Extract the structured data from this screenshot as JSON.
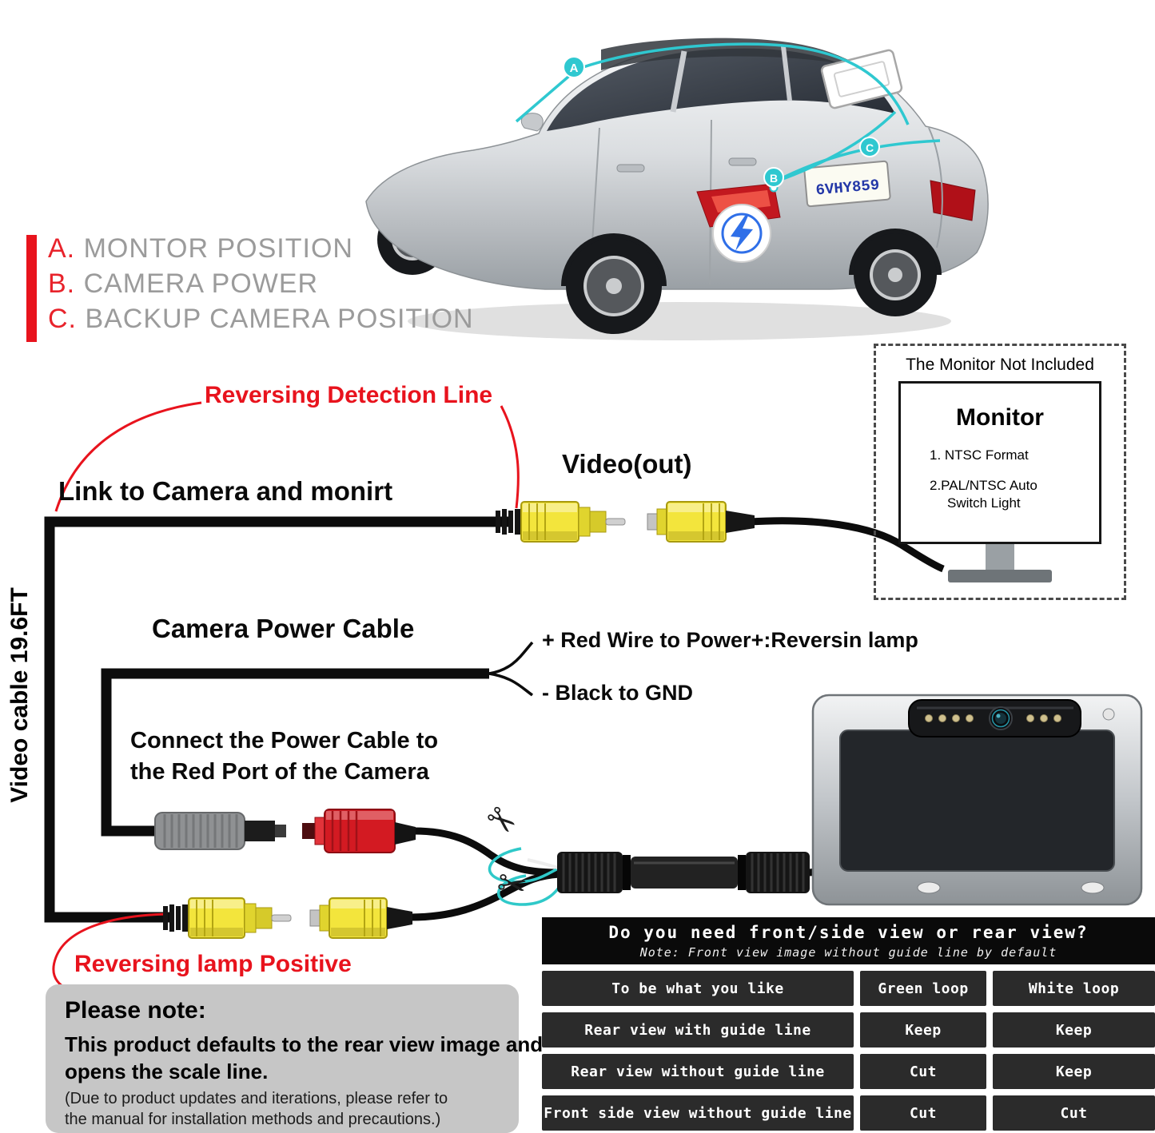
{
  "colors": {
    "accent_red": "#e8131d",
    "legend_gray": "#9b9b9b",
    "routing_cyan": "#2fc8d0",
    "rca_yellow": "#f3e53c",
    "table_cell_bg": "#2b2b2b",
    "note_box_bg": "#c6c6c6"
  },
  "icons": {
    "scissors": "✂"
  },
  "legend": {
    "items": [
      {
        "key": "A.",
        "label": "MONTOR POSITION"
      },
      {
        "key": "B.",
        "label": "CAMERA POWER"
      },
      {
        "key": "C.",
        "label": "BACKUP CAMERA POSITION"
      }
    ]
  },
  "car": {
    "plate": "6VHY859",
    "markers": [
      "A",
      "B",
      "C"
    ]
  },
  "labels": {
    "reversing_detection_line": "Reversing Detection Line",
    "link_to_camera": "Link to Camera and monirt",
    "video_out": "Video(out)",
    "video_cable": "Video cable 19.6FT",
    "camera_power_cable": "Camera Power Cable",
    "red_wire": "+ Red Wire to Power+:Reversin lamp",
    "black_gnd": "- Black to GND",
    "connect_power_1": "Connect the Power Cable to",
    "connect_power_2": "the Red Port of the Camera",
    "reversing_lamp_positive": "Reversing lamp Positive"
  },
  "monitor": {
    "not_included": "The Monitor Not Included",
    "title": "Monitor",
    "item1": "1. NTSC Format",
    "item2a": "2.PAL/NTSC Auto",
    "item2b": "Switch Light"
  },
  "note_box": {
    "title": "Please note:",
    "bold1": "This product defaults to the rear view image and",
    "bold2": "opens the scale line.",
    "small1": "(Due to product updates and iterations, please refer to",
    "small2": "the manual for installation methods and precautions.)"
  },
  "table": {
    "header": "Do you need front/side view or rear view?",
    "note": "Note: Front view image without guide line by default",
    "rows": [
      [
        "To be what you like",
        "Green loop",
        "White loop"
      ],
      [
        "Rear view with guide line",
        "Keep",
        "Keep"
      ],
      [
        "Rear view without guide line",
        "Cut",
        "Keep"
      ],
      [
        "Front side view without guide line",
        "Cut",
        "Cut"
      ]
    ]
  }
}
